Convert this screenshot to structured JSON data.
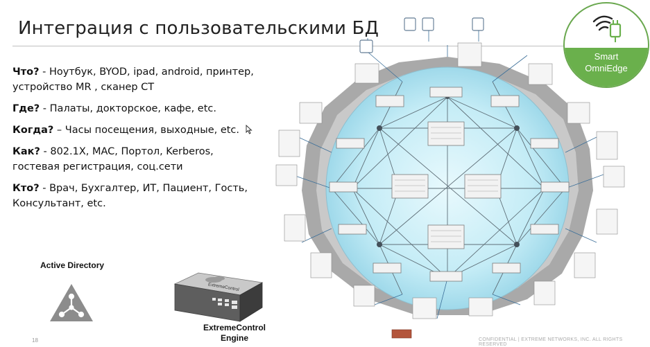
{
  "slide": {
    "title": "Интеграция с пользовательскими БД",
    "page_number": "18",
    "footer": "CONFIDENTIAL | EXTREME NETWORKS, INC. ALL RIGHTS RESERVED"
  },
  "qa": [
    {
      "q": "Что?",
      "a": " - Ноутбук, BYOD, ipad, android, принтер, устройство MR , сканер CT"
    },
    {
      "q": "Где?",
      "a": " - Палаты, докторское, кафе, etc."
    },
    {
      "q": "Когда?",
      "a": " – Часы посещения, выходные, etc."
    },
    {
      "q": "Как?",
      "a": " - 802.1X, MAC, Портол, Kerberos, гостевая регистрация, соц.сети"
    },
    {
      "q": "Кто?",
      "a": " -  Врач, Бухгалтер, ИТ, Пациент, Гость, Консультант, etc."
    }
  ],
  "badge": {
    "line1": "Smart",
    "line2": "OmniEdge"
  },
  "active_directory": {
    "label": "Active Directory"
  },
  "extreme_control": {
    "line1": "ExtremeControl",
    "line2": "Engine",
    "device_text": "ExtremeControl"
  },
  "colors": {
    "badge_green": "#6ab04c",
    "ad_gray": "#8c8c8c",
    "sphere_blue": "#bfeaf5",
    "ring_gray": "#a8a8a8"
  }
}
